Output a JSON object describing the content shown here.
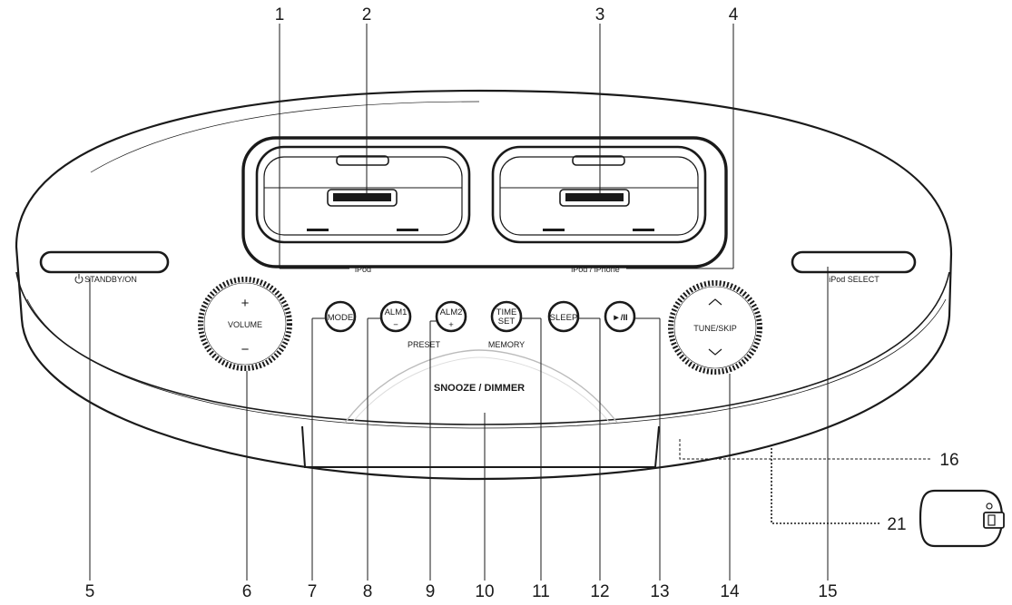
{
  "callouts": {
    "c1": "1",
    "c2": "2",
    "c3": "3",
    "c4": "4",
    "c5": "5",
    "c6": "6",
    "c7": "7",
    "c8": "8",
    "c9": "9",
    "c10": "10",
    "c11": "11",
    "c12": "12",
    "c13": "13",
    "c14": "14",
    "c15": "15",
    "c16": "16",
    "c21": "21"
  },
  "labels": {
    "dock_left": "iPod",
    "dock_right": "iPod / iPhone",
    "standby": "STANDBY/ON",
    "ipod_select": "iPod  SELECT",
    "volume": "VOLUME",
    "volume_plus": "+",
    "volume_minus": "−",
    "tune_skip": "TUNE/SKIP",
    "preset": "PRESET",
    "memory": "MEMORY",
    "snooze": "SNOOZE / DIMMER"
  },
  "buttons": {
    "mode": "MODE",
    "alm1": "ALM1",
    "alm1_sub": "−",
    "alm2": "ALM2",
    "alm2_sub": "+",
    "time": "TIME",
    "set": "SET",
    "sleep": "SLEEP",
    "play": "►/II"
  },
  "icons": {
    "power": "power-icon",
    "tune_up": "chevron-up-icon",
    "tune_down": "chevron-down-icon"
  }
}
